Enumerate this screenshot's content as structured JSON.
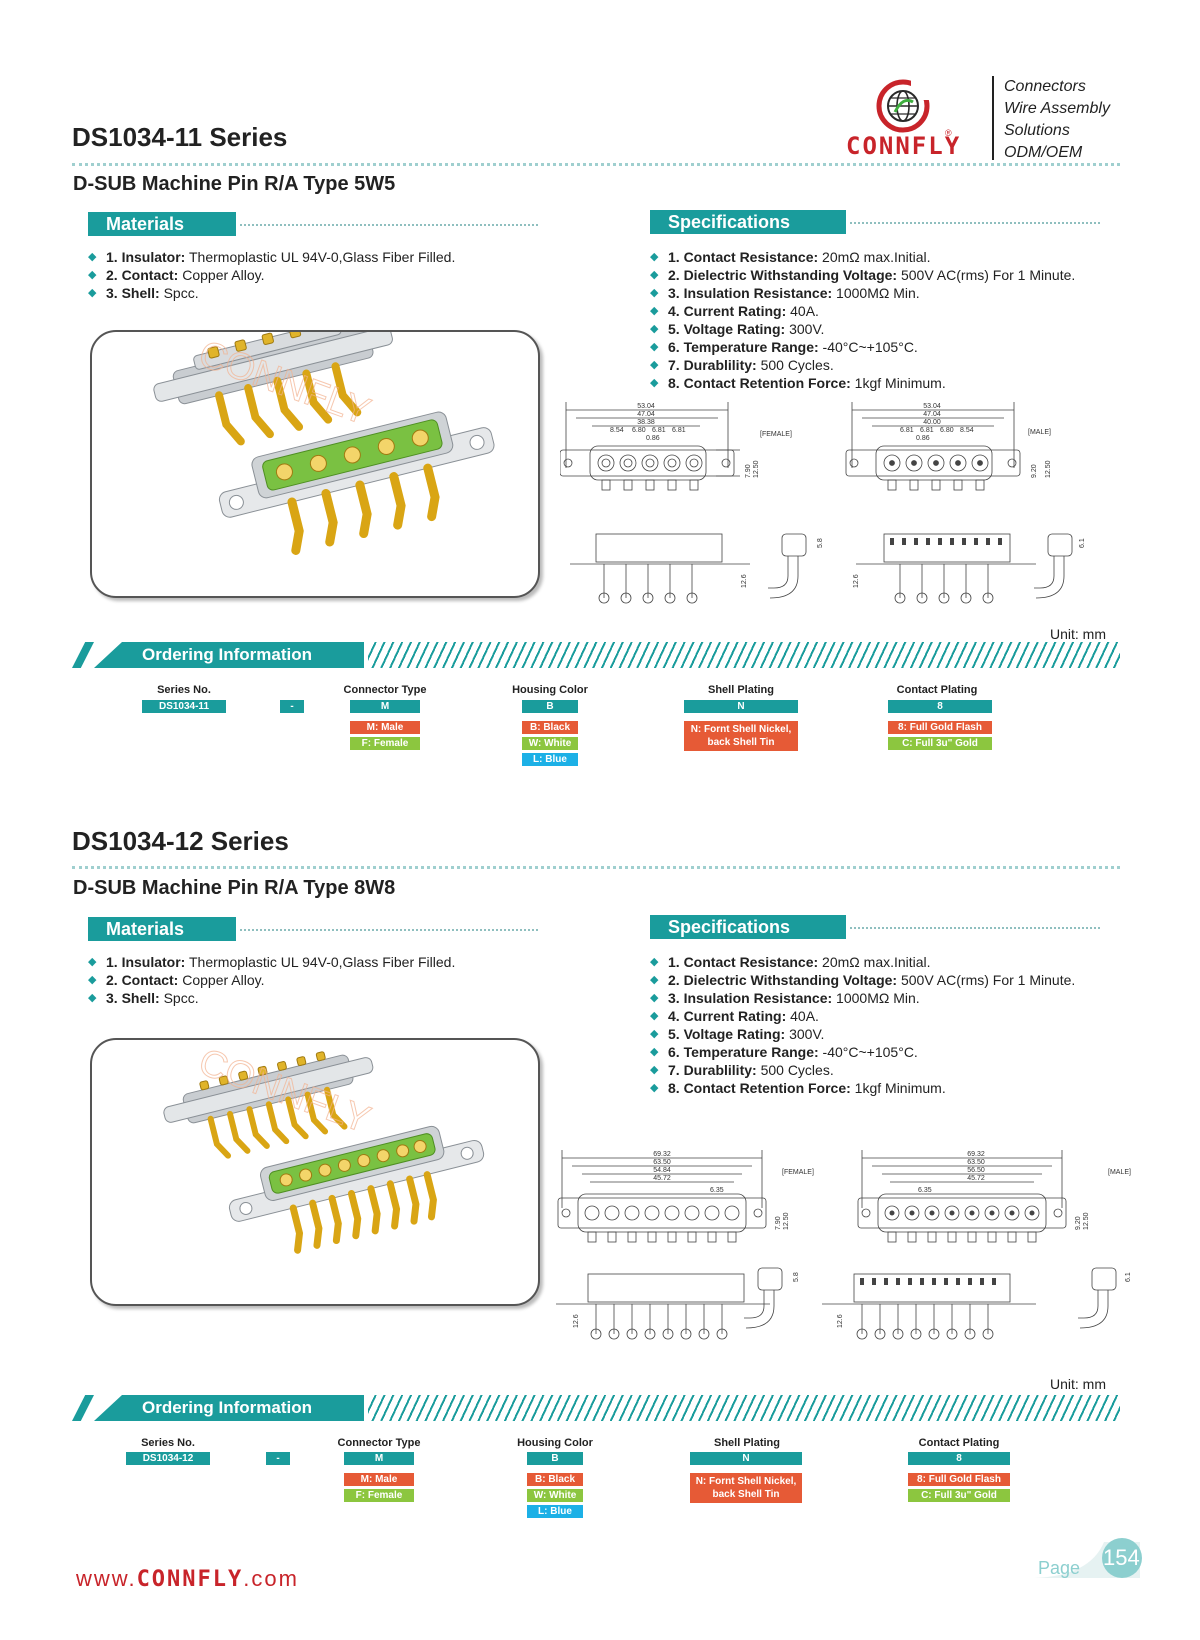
{
  "header": {
    "brand": "CONNFLY",
    "taglines": [
      "Connectors",
      "Wire Assembly",
      "Solutions",
      "ODM/OEM"
    ]
  },
  "sections": [
    {
      "series_title": "DS1034-11 Series",
      "subtitle": "D-SUB Machine Pin R/A Type 5W5",
      "materials_heading": "Materials",
      "materials": [
        {
          "label": "1. Insulator:",
          "value": " Thermoplastic UL 94V-0,Glass Fiber Filled."
        },
        {
          "label": "2. Contact:",
          "value": " Copper Alloy."
        },
        {
          "label": "3. Shell:",
          "value": " Spcc."
        }
      ],
      "specs_heading": "Specifications",
      "specs": [
        {
          "label": "1. Contact Resistance:",
          "value": " 20mΩ max.Initial."
        },
        {
          "label": "2. Dielectric Withstanding Voltage:",
          "value": " 500V AC(rms) For 1 Minute."
        },
        {
          "label": "3. Insulation Resistance:",
          "value": " 1000MΩ Min."
        },
        {
          "label": "4. Current Rating:",
          "value": " 40A."
        },
        {
          "label": "5. Voltage Rating:",
          "value": " 300V."
        },
        {
          "label": "6. Temperature Range:",
          "value": " -40°C~+105°C."
        },
        {
          "label": "7. Durablility:",
          "value": " 500 Cycles."
        },
        {
          "label": "8. Contact Retention Force:",
          "value": " 1kgf Minimum."
        }
      ],
      "drawing": {
        "female_label": "[FEMALE]",
        "male_label": "[MALE]",
        "female_dims": [
          "53.04",
          "47.04",
          "38.38",
          "8.54",
          "6.80",
          "6.81",
          "6.81",
          "0.86",
          "7.90",
          "12.50",
          "12.6",
          "5.8"
        ],
        "male_dims": [
          "53.04",
          "47.04",
          "40.00",
          "6.81",
          "6.81",
          "6.80",
          "8.54",
          "0.86",
          "9.20",
          "12.50",
          "12.6",
          "6.1"
        ],
        "pins": 5
      },
      "unit": "Unit: mm",
      "ordering": {
        "heading": "Ordering Information",
        "series_head": "Series No.",
        "series_value": "DS1034-11",
        "dash": "-",
        "connector_head": "Connector Type",
        "connector_value": "M",
        "connector_options": [
          "M: Male",
          "F: Female"
        ],
        "housing_head": "Housing Color",
        "housing_value": "B",
        "housing_options": [
          "B: Black",
          "W: White",
          "L: Blue"
        ],
        "shell_head": "Shell Plating",
        "shell_value": "N",
        "shell_options": [
          "N: Fornt Shell Nickel,",
          "back Shell Tin"
        ],
        "contact_head": "Contact Plating",
        "contact_value": "8",
        "contact_options": [
          "8: Full Gold Flash",
          "C: Full 3u\" Gold"
        ]
      }
    },
    {
      "series_title": "DS1034-12 Series",
      "subtitle": "D-SUB Machine Pin R/A Type 8W8",
      "materials_heading": "Materials",
      "materials": [
        {
          "label": "1. Insulator:",
          "value": " Thermoplastic UL 94V-0,Glass Fiber Filled."
        },
        {
          "label": "2. Contact:",
          "value": " Copper Alloy."
        },
        {
          "label": "3. Shell:",
          "value": " Spcc."
        }
      ],
      "specs_heading": "Specifications",
      "specs": [
        {
          "label": "1. Contact Resistance:",
          "value": " 20mΩ max.Initial."
        },
        {
          "label": "2. Dielectric Withstanding Voltage:",
          "value": " 500V AC(rms) For 1 Minute."
        },
        {
          "label": "3. Insulation Resistance:",
          "value": " 1000MΩ Min."
        },
        {
          "label": "4. Current Rating:",
          "value": " 40A."
        },
        {
          "label": "5. Voltage Rating:",
          "value": " 300V."
        },
        {
          "label": "6. Temperature Range:",
          "value": " -40°C~+105°C."
        },
        {
          "label": "7. Durablility:",
          "value": " 500 Cycles."
        },
        {
          "label": "8. Contact Retention Force:",
          "value": " 1kgf Minimum."
        }
      ],
      "drawing": {
        "female_label": "[FEMALE]",
        "male_label": "[MALE]",
        "female_dims": [
          "69.32",
          "63.50",
          "54.84",
          "45.72",
          "6.35",
          "7.90",
          "12.50",
          "12.6",
          "5.8"
        ],
        "male_dims": [
          "69.32",
          "63.50",
          "56.50",
          "45.72",
          "6.35",
          "9.20",
          "12.50",
          "12.6",
          "6.1"
        ],
        "pins": 8
      },
      "unit": "Unit: mm",
      "ordering": {
        "heading": "Ordering Information",
        "series_head": "Series No.",
        "series_value": "DS1034-12",
        "dash": "-",
        "connector_head": "Connector Type",
        "connector_value": "M",
        "connector_options": [
          "M: Male",
          "F: Female"
        ],
        "housing_head": "Housing Color",
        "housing_value": "B",
        "housing_options": [
          "B: Black",
          "W: White",
          "L: Blue"
        ],
        "shell_head": "Shell Plating",
        "shell_value": "N",
        "shell_options": [
          "N: Fornt Shell Nickel,",
          "back Shell Tin"
        ],
        "contact_head": "Contact Plating",
        "contact_value": "8",
        "contact_options": [
          "8: Full Gold Flash",
          "C: Full 3u\" Gold"
        ]
      }
    }
  ],
  "footer": {
    "website_prefix": "www.",
    "website_brand": "CONNFLY",
    "website_suffix": ".com",
    "page_label": "Page",
    "page_number": "154"
  },
  "colors": {
    "accent_teal": "#1a9c9c",
    "brand_red": "#c8242a",
    "option_red": "#e65a36",
    "option_green": "#8cc63f",
    "option_blue": "#1cb0e6"
  }
}
